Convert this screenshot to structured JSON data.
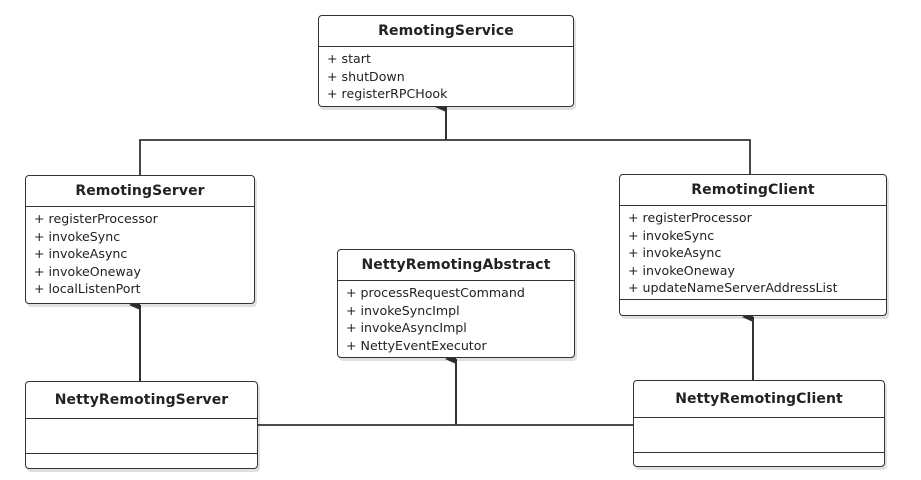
{
  "classes": {
    "remoting_service": {
      "name": "RemotingService",
      "methods": [
        "start",
        "shutDown",
        "registerRPCHook"
      ]
    },
    "remoting_server": {
      "name": "RemotingServer",
      "methods": [
        "registerProcessor",
        "invokeSync",
        "invokeAsync",
        "invokeOneway",
        "localListenPort"
      ]
    },
    "remoting_client": {
      "name": "RemotingClient",
      "methods": [
        "registerProcessor",
        "invokeSync",
        "invokeAsync",
        "invokeOneway",
        "updateNameServerAddressList"
      ]
    },
    "netty_remoting_abstract": {
      "name": "NettyRemotingAbstract",
      "methods": [
        "processRequestCommand",
        "invokeSyncImpl",
        "invokeAsyncImpl",
        "NettyEventExecutor"
      ]
    },
    "netty_remoting_server": {
      "name": "NettyRemotingServer",
      "methods": []
    },
    "netty_remoting_client": {
      "name": "NettyRemotingClient",
      "methods": []
    }
  },
  "method_prefix": "+ ",
  "colors": {
    "line": "#333333",
    "background": "#ffffff",
    "text": "#222222"
  }
}
